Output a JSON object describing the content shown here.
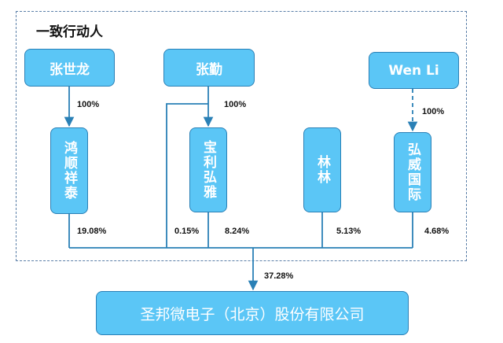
{
  "group_label": "一致行动人",
  "nodes": {
    "zhang_shilong": "张世龙",
    "zhang_qin": "张勤",
    "wen_li": "Wen Li",
    "hongshun": "鸿顺祥泰",
    "baoli": "宝利弘雅",
    "linlin": "林林",
    "hongwei": "弘威国际",
    "company": "圣邦微电子（北京）股份有限公司"
  },
  "percentages": {
    "zsl_to_hongshun": "100%",
    "zq_to_baoli": "100%",
    "wenli_to_hongwei": "100%",
    "hongshun": "19.08%",
    "zq_direct": "0.15%",
    "baoli": "8.24%",
    "linlin": "5.13%",
    "hongwei": "4.68%",
    "total": "37.28%"
  },
  "colors": {
    "node_fill": "#5bc6f6",
    "node_border": "#2a80b6",
    "line": "#2a80b6",
    "frame": "#5b7fa8"
  }
}
